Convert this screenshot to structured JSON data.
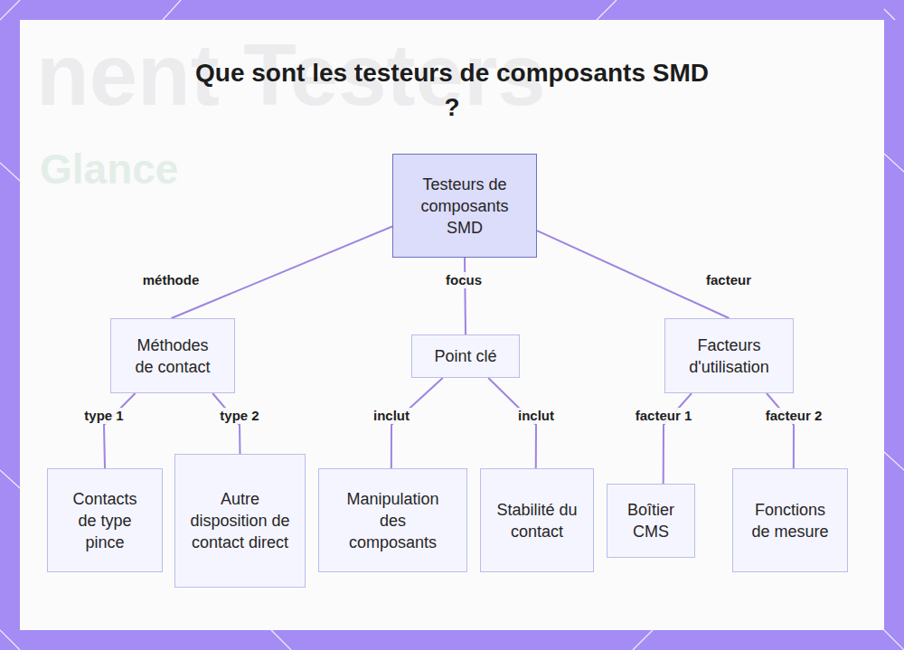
{
  "diagram": {
    "title": "Que sont les testeurs de composants SMD ?",
    "nodes": [
      {
        "text": [
          "Testeurs de composants SMD"
        ]
      },
      {
        "text": [
          "Méthodes de contact"
        ]
      },
      {
        "text": [
          "Point clé"
        ]
      },
      {
        "text": [
          "Facteurs d'utilisation"
        ]
      },
      {
        "text": [
          "Contacts de type pince"
        ]
      },
      {
        "text": [
          "Autre disposition de contact direct"
        ]
      },
      {
        "text": [
          "Manipulation des composants"
        ]
      },
      {
        "text": [
          "Stabilité du contact"
        ]
      },
      {
        "text": [
          "Boîtier CMS"
        ]
      },
      {
        "text": [
          "Fonctions de mesure"
        ]
      }
    ],
    "edges": [
      {
        "from": 0,
        "to": 1,
        "label": "méthode",
        "arrow": "none"
      },
      {
        "from": 0,
        "to": 2,
        "label": "focus",
        "arrow": "none"
      },
      {
        "from": 0,
        "to": 3,
        "label": "facteur",
        "arrow": "none"
      },
      {
        "from": 1,
        "to": 4,
        "label": "type 1",
        "arrow": "none"
      },
      {
        "from": 1,
        "to": 5,
        "label": "type 2",
        "arrow": "none"
      },
      {
        "from": 2,
        "to": 6,
        "label": "inclut",
        "arrow": "none"
      },
      {
        "from": 2,
        "to": 7,
        "label": "inclut",
        "arrow": "none"
      },
      {
        "from": 3,
        "to": 8,
        "label": "facteur 1",
        "arrow": "none"
      },
      {
        "from": 3,
        "to": 9,
        "label": "facteur 2",
        "arrow": "none"
      }
    ],
    "labels": [
      "nent Testers",
      "Glance"
    ]
  }
}
